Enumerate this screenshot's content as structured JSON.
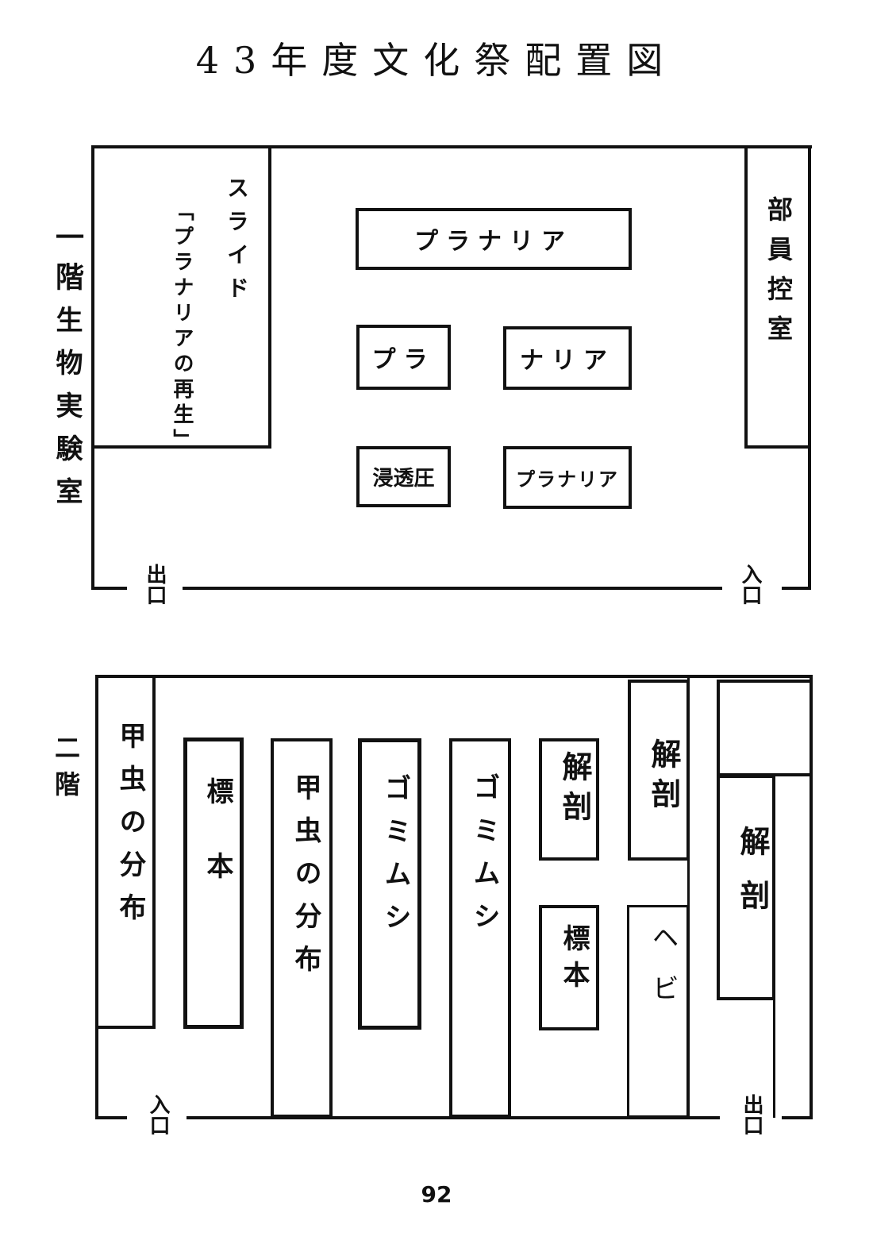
{
  "title": "43年度文化祭配置図",
  "floor1": {
    "label_floor": "一階",
    "label_room": "生物実験室",
    "slide_title": "スライド",
    "slide_subject": "「プラナリアの再生」",
    "staff_room": "部員控室",
    "exhibits": [
      "プラナリア",
      "プラ",
      "ナリア",
      "浸透圧",
      "プラナリア"
    ],
    "exit": "出口",
    "entrance": "入口"
  },
  "floor2": {
    "label_floor": "二階",
    "exhibits": [
      "甲虫の分布",
      "標本",
      "甲虫の分布",
      "ゴミムシ",
      "ゴミムシ",
      "解剖",
      "解剖",
      "標本",
      "ヘビ",
      "解剖"
    ],
    "entrance": "入口",
    "exit": "出口"
  },
  "page_number": "92"
}
